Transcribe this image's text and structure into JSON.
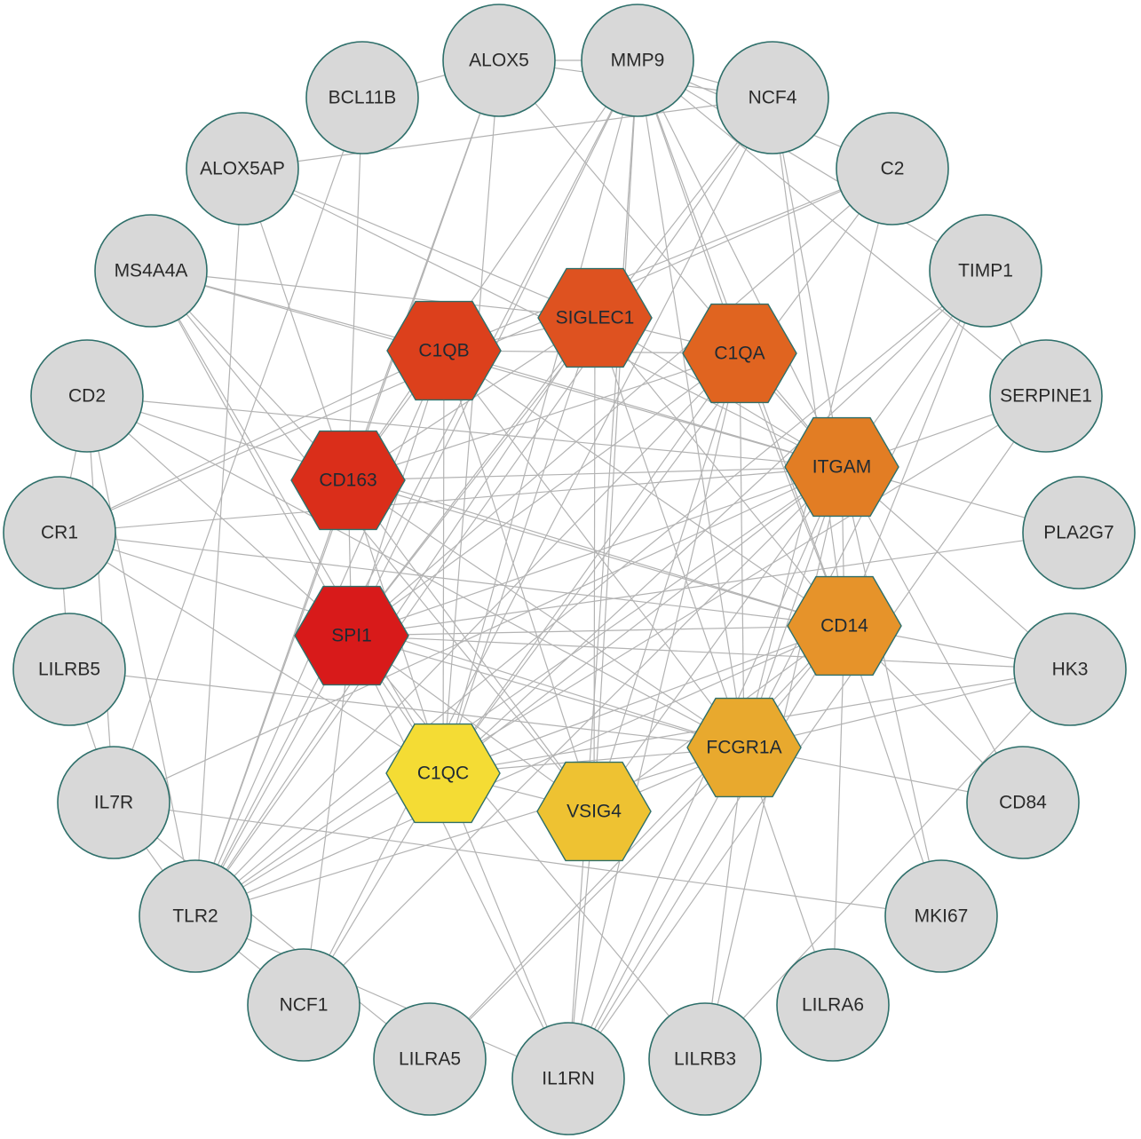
{
  "nodes": [
    {
      "id": "ALOX5",
      "label": "ALOX5",
      "shape": "circle"
    },
    {
      "id": "MMP9",
      "label": "MMP9",
      "shape": "circle"
    },
    {
      "id": "NCF4",
      "label": "NCF4",
      "shape": "circle"
    },
    {
      "id": "BCL11B",
      "label": "BCL11B",
      "shape": "circle"
    },
    {
      "id": "C2",
      "label": "C2",
      "shape": "circle"
    },
    {
      "id": "ALOX5AP",
      "label": "ALOX5AP",
      "shape": "circle"
    },
    {
      "id": "TIMP1",
      "label": "TIMP1",
      "shape": "circle"
    },
    {
      "id": "MS4A4A",
      "label": "MS4A4A",
      "shape": "circle"
    },
    {
      "id": "SERPINE1",
      "label": "SERPINE1",
      "shape": "circle"
    },
    {
      "id": "CD2",
      "label": "CD2",
      "shape": "circle"
    },
    {
      "id": "CR1",
      "label": "CR1",
      "shape": "circle"
    },
    {
      "id": "PLA2G7",
      "label": "PLA2G7",
      "shape": "circle"
    },
    {
      "id": "LILRB5",
      "label": "LILRB5",
      "shape": "circle"
    },
    {
      "id": "HK3",
      "label": "HK3",
      "shape": "circle"
    },
    {
      "id": "IL7R",
      "label": "IL7R",
      "shape": "circle"
    },
    {
      "id": "CD84",
      "label": "CD84",
      "shape": "circle"
    },
    {
      "id": "TLR2",
      "label": "TLR2",
      "shape": "circle"
    },
    {
      "id": "MKI67",
      "label": "MKI67",
      "shape": "circle"
    },
    {
      "id": "NCF1",
      "label": "NCF1",
      "shape": "circle"
    },
    {
      "id": "LILRA6",
      "label": "LILRA6",
      "shape": "circle"
    },
    {
      "id": "LILRA5",
      "label": "LILRA5",
      "shape": "circle"
    },
    {
      "id": "IL1RN",
      "label": "IL1RN",
      "shape": "circle"
    },
    {
      "id": "LILRB3",
      "label": "LILRB3",
      "shape": "circle"
    },
    {
      "id": "SIGLEC1",
      "label": "SIGLEC1",
      "shape": "hexagon",
      "color": "#de5220"
    },
    {
      "id": "C1QB",
      "label": "C1QB",
      "shape": "hexagon",
      "color": "#dc401c"
    },
    {
      "id": "C1QA",
      "label": "C1QA",
      "shape": "hexagon",
      "color": "#e06420"
    },
    {
      "id": "ITGAM",
      "label": "ITGAM",
      "shape": "hexagon",
      "color": "#e27d24"
    },
    {
      "id": "CD163",
      "label": "CD163",
      "shape": "hexagon",
      "color": "#da2e1a"
    },
    {
      "id": "CD14",
      "label": "CD14",
      "shape": "hexagon",
      "color": "#e6932a"
    },
    {
      "id": "SPI1",
      "label": "SPI1",
      "shape": "hexagon",
      "color": "#d81a1a"
    },
    {
      "id": "FCGR1A",
      "label": "FCGR1A",
      "shape": "hexagon",
      "color": "#e8a92e"
    },
    {
      "id": "C1QC",
      "label": "C1QC",
      "shape": "hexagon",
      "color": "#f4dc34"
    },
    {
      "id": "VSIG4",
      "label": "VSIG4",
      "shape": "hexagon",
      "color": "#eec232"
    }
  ],
  "edges": [
    [
      "SPI1",
      "CD163"
    ],
    [
      "SPI1",
      "C1QB"
    ],
    [
      "SPI1",
      "SIGLEC1"
    ],
    [
      "SPI1",
      "C1QA"
    ],
    [
      "SPI1",
      "ITGAM"
    ],
    [
      "SPI1",
      "CD14"
    ],
    [
      "SPI1",
      "FCGR1A"
    ],
    [
      "SPI1",
      "C1QC"
    ],
    [
      "SPI1",
      "VSIG4"
    ],
    [
      "CD163",
      "C1QB"
    ],
    [
      "CD163",
      "SIGLEC1"
    ],
    [
      "CD163",
      "C1QA"
    ],
    [
      "CD163",
      "ITGAM"
    ],
    [
      "CD163",
      "CD14"
    ],
    [
      "CD163",
      "FCGR1A"
    ],
    [
      "CD163",
      "C1QC"
    ],
    [
      "CD163",
      "VSIG4"
    ],
    [
      "C1QB",
      "SIGLEC1"
    ],
    [
      "C1QB",
      "C1QA"
    ],
    [
      "C1QB",
      "ITGAM"
    ],
    [
      "C1QB",
      "CD14"
    ],
    [
      "C1QB",
      "FCGR1A"
    ],
    [
      "C1QB",
      "C1QC"
    ],
    [
      "C1QB",
      "VSIG4"
    ],
    [
      "SIGLEC1",
      "C1QA"
    ],
    [
      "SIGLEC1",
      "ITGAM"
    ],
    [
      "SIGLEC1",
      "CD14"
    ],
    [
      "SIGLEC1",
      "FCGR1A"
    ],
    [
      "SIGLEC1",
      "C1QC"
    ],
    [
      "SIGLEC1",
      "VSIG4"
    ],
    [
      "C1QA",
      "ITGAM"
    ],
    [
      "C1QA",
      "CD14"
    ],
    [
      "C1QA",
      "FCGR1A"
    ],
    [
      "C1QA",
      "C1QC"
    ],
    [
      "C1QA",
      "VSIG4"
    ],
    [
      "ITGAM",
      "CD14"
    ],
    [
      "ITGAM",
      "FCGR1A"
    ],
    [
      "ITGAM",
      "C1QC"
    ],
    [
      "ITGAM",
      "VSIG4"
    ],
    [
      "CD14",
      "FCGR1A"
    ],
    [
      "CD14",
      "C1QC"
    ],
    [
      "CD14",
      "VSIG4"
    ],
    [
      "FCGR1A",
      "C1QC"
    ],
    [
      "FCGR1A",
      "VSIG4"
    ],
    [
      "C1QC",
      "VSIG4"
    ],
    [
      "ALOX5",
      "MMP9"
    ],
    [
      "ALOX5",
      "BCL11B"
    ],
    [
      "ALOX5",
      "NCF4"
    ],
    [
      "ALOX5",
      "C1QC"
    ],
    [
      "ALOX5",
      "TLR2"
    ],
    [
      "ALOX5",
      "ITGAM"
    ],
    [
      "ALOX5",
      "CD163"
    ],
    [
      "MMP9",
      "NCF4"
    ],
    [
      "MMP9",
      "C2"
    ],
    [
      "MMP9",
      "TIMP1"
    ],
    [
      "MMP9",
      "ITGAM"
    ],
    [
      "MMP9",
      "CD14"
    ],
    [
      "MMP9",
      "FCGR1A"
    ],
    [
      "MMP9",
      "TLR2"
    ],
    [
      "MMP9",
      "SPI1"
    ],
    [
      "MMP9",
      "VSIG4"
    ],
    [
      "MMP9",
      "C1QC"
    ],
    [
      "MMP9",
      "CD163"
    ],
    [
      "MMP9",
      "IL1RN"
    ],
    [
      "MMP9",
      "SERPINE1"
    ],
    [
      "MMP9",
      "C1QA"
    ],
    [
      "NCF4",
      "ALOX5AP"
    ],
    [
      "NCF4",
      "ITGAM"
    ],
    [
      "NCF4",
      "TLR2"
    ],
    [
      "NCF4",
      "CD14"
    ],
    [
      "NCF4",
      "NCF1"
    ],
    [
      "NCF4",
      "SPI1"
    ],
    [
      "BCL11B",
      "CD163"
    ],
    [
      "BCL11B",
      "IL7R"
    ],
    [
      "C2",
      "C1QB"
    ],
    [
      "C2",
      "SPI1"
    ],
    [
      "C2",
      "C1QC"
    ],
    [
      "C2",
      "FCGR1A"
    ],
    [
      "C2",
      "CR1"
    ],
    [
      "ALOX5AP",
      "SIGLEC1"
    ],
    [
      "ALOX5AP",
      "TLR2"
    ],
    [
      "ALOX5AP",
      "ITGAM"
    ],
    [
      "ALOX5AP",
      "CD163"
    ],
    [
      "TIMP1",
      "SERPINE1"
    ],
    [
      "TIMP1",
      "ITGAM"
    ],
    [
      "TIMP1",
      "CD14"
    ],
    [
      "TIMP1",
      "TLR2"
    ],
    [
      "TIMP1",
      "C1QC"
    ],
    [
      "TIMP1",
      "FCGR1A"
    ],
    [
      "MS4A4A",
      "C1QB"
    ],
    [
      "MS4A4A",
      "SIGLEC1"
    ],
    [
      "MS4A4A",
      "ITGAM"
    ],
    [
      "MS4A4A",
      "SPI1"
    ],
    [
      "MS4A4A",
      "CD163"
    ],
    [
      "MS4A4A",
      "VSIG4"
    ],
    [
      "MS4A4A",
      "C1QC"
    ],
    [
      "SERPINE1",
      "TLR2"
    ],
    [
      "SERPINE1",
      "ITGAM"
    ],
    [
      "SERPINE1",
      "IL1RN"
    ],
    [
      "CD2",
      "CR1"
    ],
    [
      "CD2",
      "IL7R"
    ],
    [
      "CD2",
      "ITGAM"
    ],
    [
      "CD2",
      "CD14"
    ],
    [
      "CD2",
      "FCGR1A"
    ],
    [
      "CD2",
      "SPI1"
    ],
    [
      "CD2",
      "TLR2"
    ],
    [
      "CR1",
      "ITGAM"
    ],
    [
      "CR1",
      "CD14"
    ],
    [
      "CR1",
      "C1QC"
    ],
    [
      "CR1",
      "FCGR1A"
    ],
    [
      "CR1",
      "LILRB5"
    ],
    [
      "CR1",
      "C1QB"
    ],
    [
      "PLA2G7",
      "ITGAM"
    ],
    [
      "PLA2G7",
      "SPI1"
    ],
    [
      "LILRB5",
      "FCGR1A"
    ],
    [
      "LILRB5",
      "IL7R"
    ],
    [
      "HK3",
      "CD14"
    ],
    [
      "HK3",
      "ITGAM"
    ],
    [
      "HK3",
      "FCGR1A"
    ],
    [
      "HK3",
      "SPI1"
    ],
    [
      "HK3",
      "LILRB3"
    ],
    [
      "HK3",
      "C1QC"
    ],
    [
      "IL7R",
      "TLR2"
    ],
    [
      "IL7R",
      "ITGAM"
    ],
    [
      "IL7R",
      "MKI67"
    ],
    [
      "IL7R",
      "LILRA5"
    ],
    [
      "CD84",
      "CD14"
    ],
    [
      "CD84",
      "FCGR1A"
    ],
    [
      "CD84",
      "ITGAM"
    ],
    [
      "TLR2",
      "CD14"
    ],
    [
      "TLR2",
      "ITGAM"
    ],
    [
      "TLR2",
      "SPI1"
    ],
    [
      "TLR2",
      "C1QB"
    ],
    [
      "TLR2",
      "SIGLEC1"
    ],
    [
      "TLR2",
      "CD163"
    ],
    [
      "TLR2",
      "NCF1"
    ],
    [
      "TLR2",
      "FCGR1A"
    ],
    [
      "TLR2",
      "C1QA"
    ],
    [
      "TLR2",
      "IL1RN"
    ],
    [
      "MKI67",
      "ITGAM"
    ],
    [
      "MKI67",
      "CD14"
    ],
    [
      "NCF1",
      "ITGAM"
    ],
    [
      "NCF1",
      "SPI1"
    ],
    [
      "NCF1",
      "C1QC"
    ],
    [
      "LILRA6",
      "FCGR1A"
    ],
    [
      "LILRA6",
      "CD14"
    ],
    [
      "LILRA5",
      "FCGR1A"
    ],
    [
      "LILRA5",
      "CD14"
    ],
    [
      "IL1RN",
      "SPI1"
    ],
    [
      "IL1RN",
      "CD14"
    ],
    [
      "IL1RN",
      "ITGAM"
    ],
    [
      "IL1RN",
      "FCGR1A"
    ],
    [
      "IL1RN",
      "VSIG4"
    ],
    [
      "IL1RN",
      "C1QC"
    ],
    [
      "IL1RN",
      "C1QA"
    ],
    [
      "LILRB3",
      "FCGR1A"
    ],
    [
      "LILRB3",
      "ITGAM"
    ],
    [
      "LILRB3",
      "SPI1"
    ]
  ]
}
